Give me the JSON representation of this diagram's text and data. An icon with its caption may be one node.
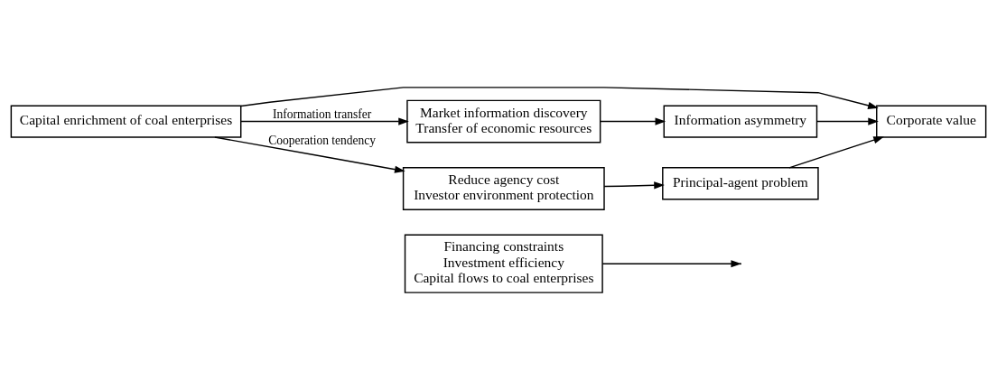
{
  "diagram": {
    "nodes": [
      {
        "text": [
          "Financing constraints",
          "Investment efficiency",
          "Capital flows to coal enterprises"
        ]
      },
      {
        "text": [
          "Corporate value"
        ]
      },
      {
        "text": [
          "Capital enrichment of coal enterprises"
        ]
      },
      {
        "text": [
          "Market information discovery",
          "Transfer of economic resources"
        ]
      },
      {
        "text": [
          "Information asymmetry"
        ]
      },
      {
        "text": [
          "Reduce agency cost",
          "Investor environment protection"
        ]
      },
      {
        "text": [
          "Principal-agent problem"
        ]
      }
    ],
    "edges": [
      {
        "from": 2,
        "to": 1,
        "arrow": "to"
      },
      {
        "from": 0,
        "to": null,
        "arrow": "to"
      },
      {
        "from": 2,
        "to": 3,
        "arrow": "to",
        "label": "Information transfer"
      },
      {
        "from": 3,
        "to": 4,
        "arrow": "to"
      },
      {
        "from": 4,
        "to": 1,
        "arrow": "to"
      },
      {
        "from": 2,
        "to": 5,
        "arrow": "to",
        "label": "Cooperation tendency"
      },
      {
        "from": 5,
        "to": 6,
        "arrow": "to"
      },
      {
        "from": 6,
        "to": 1,
        "arrow": "to"
      }
    ]
  }
}
